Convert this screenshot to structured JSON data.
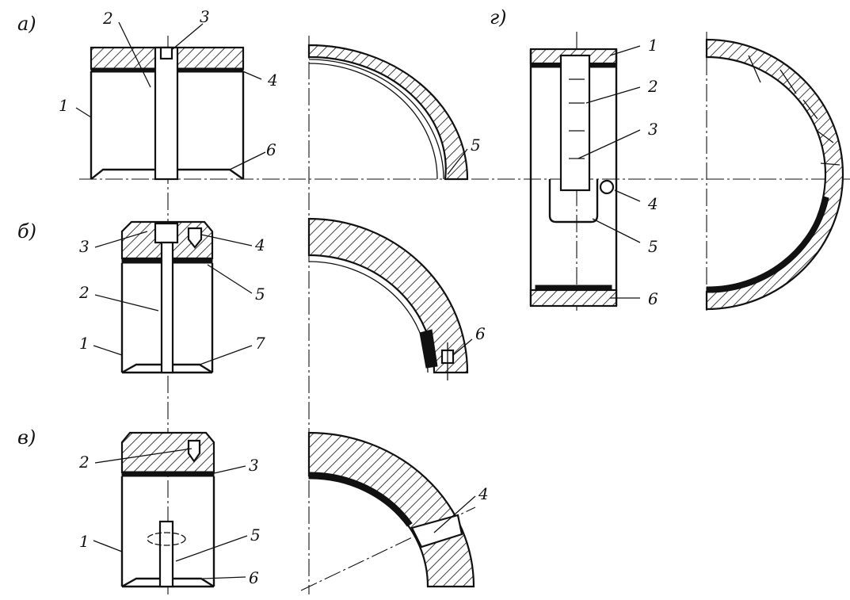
{
  "panels": {
    "a": {
      "label": "а)",
      "numbers": [
        "1",
        "2",
        "3",
        "4",
        "5",
        "6"
      ]
    },
    "b": {
      "label": "б)",
      "numbers": [
        "1",
        "2",
        "3",
        "4",
        "5",
        "6",
        "7"
      ]
    },
    "v": {
      "label": "в)",
      "numbers": [
        "1",
        "2",
        "3",
        "4",
        "5",
        "6"
      ]
    },
    "g": {
      "label": "г)",
      "numbers": [
        "1",
        "2",
        "3",
        "4",
        "5",
        "6"
      ]
    }
  }
}
